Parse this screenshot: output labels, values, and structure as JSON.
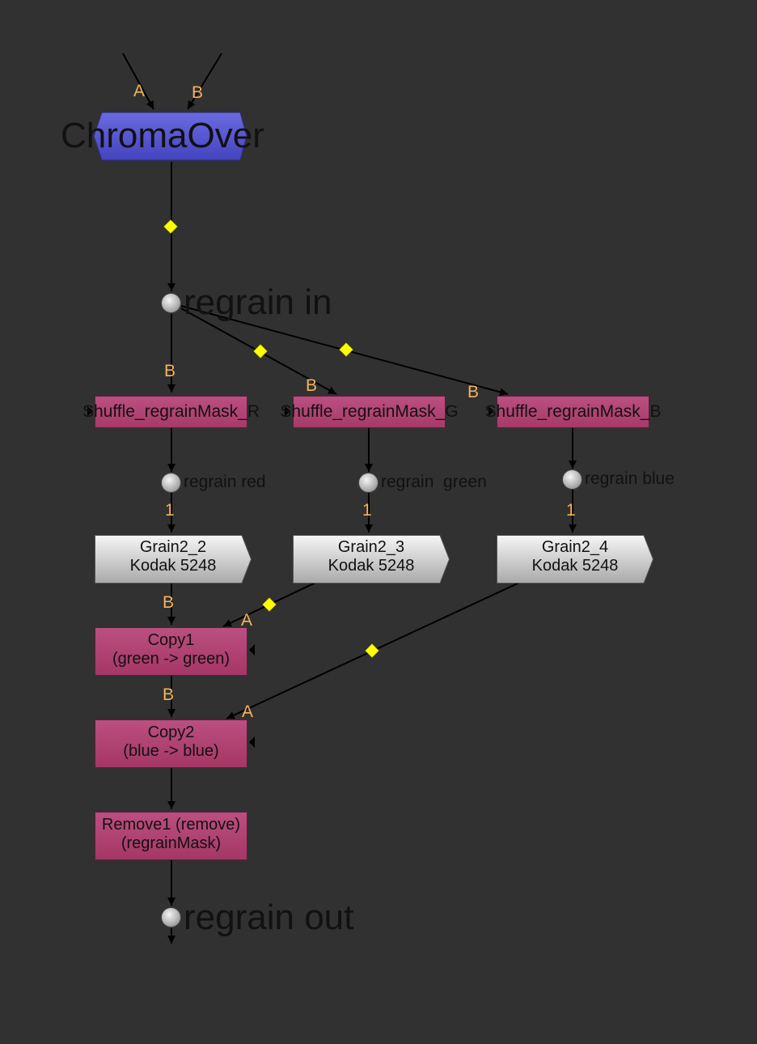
{
  "nodes": {
    "chroma_over": "ChromaOver",
    "regrain_in": "regrain in",
    "shuffle_r": "Shuffle_regrainMask_R",
    "shuffle_g": "Shuffle_regrainMask_G",
    "shuffle_b": "Shuffle_regrainMask_B",
    "regrain_red": "regrain red",
    "regrain_green": "regrain  green",
    "regrain_blue": "regrain blue",
    "grain2_2": {
      "name": "Grain2_2",
      "sub": "Kodak 5248"
    },
    "grain2_3": {
      "name": "Grain2_3",
      "sub": "Kodak 5248"
    },
    "grain2_4": {
      "name": "Grain2_4",
      "sub": "Kodak 5248"
    },
    "copy1": {
      "name": "Copy1",
      "sub": "(green -> green)"
    },
    "copy2": {
      "name": "Copy2",
      "sub": "(blue -> blue)"
    },
    "remove1": {
      "name": "Remove1 (remove)",
      "sub": "(regrainMask)"
    },
    "regrain_out": "regrain out"
  },
  "pins": {
    "a": "A",
    "b": "B",
    "one": "1"
  },
  "colors": {
    "background": "#313131",
    "chroma_node": "#5a5ad2",
    "shuffle_node": "#b0457a",
    "pin_label": "#f5b35a",
    "elbow_marker": "#ffff00",
    "edge": "#000000"
  }
}
